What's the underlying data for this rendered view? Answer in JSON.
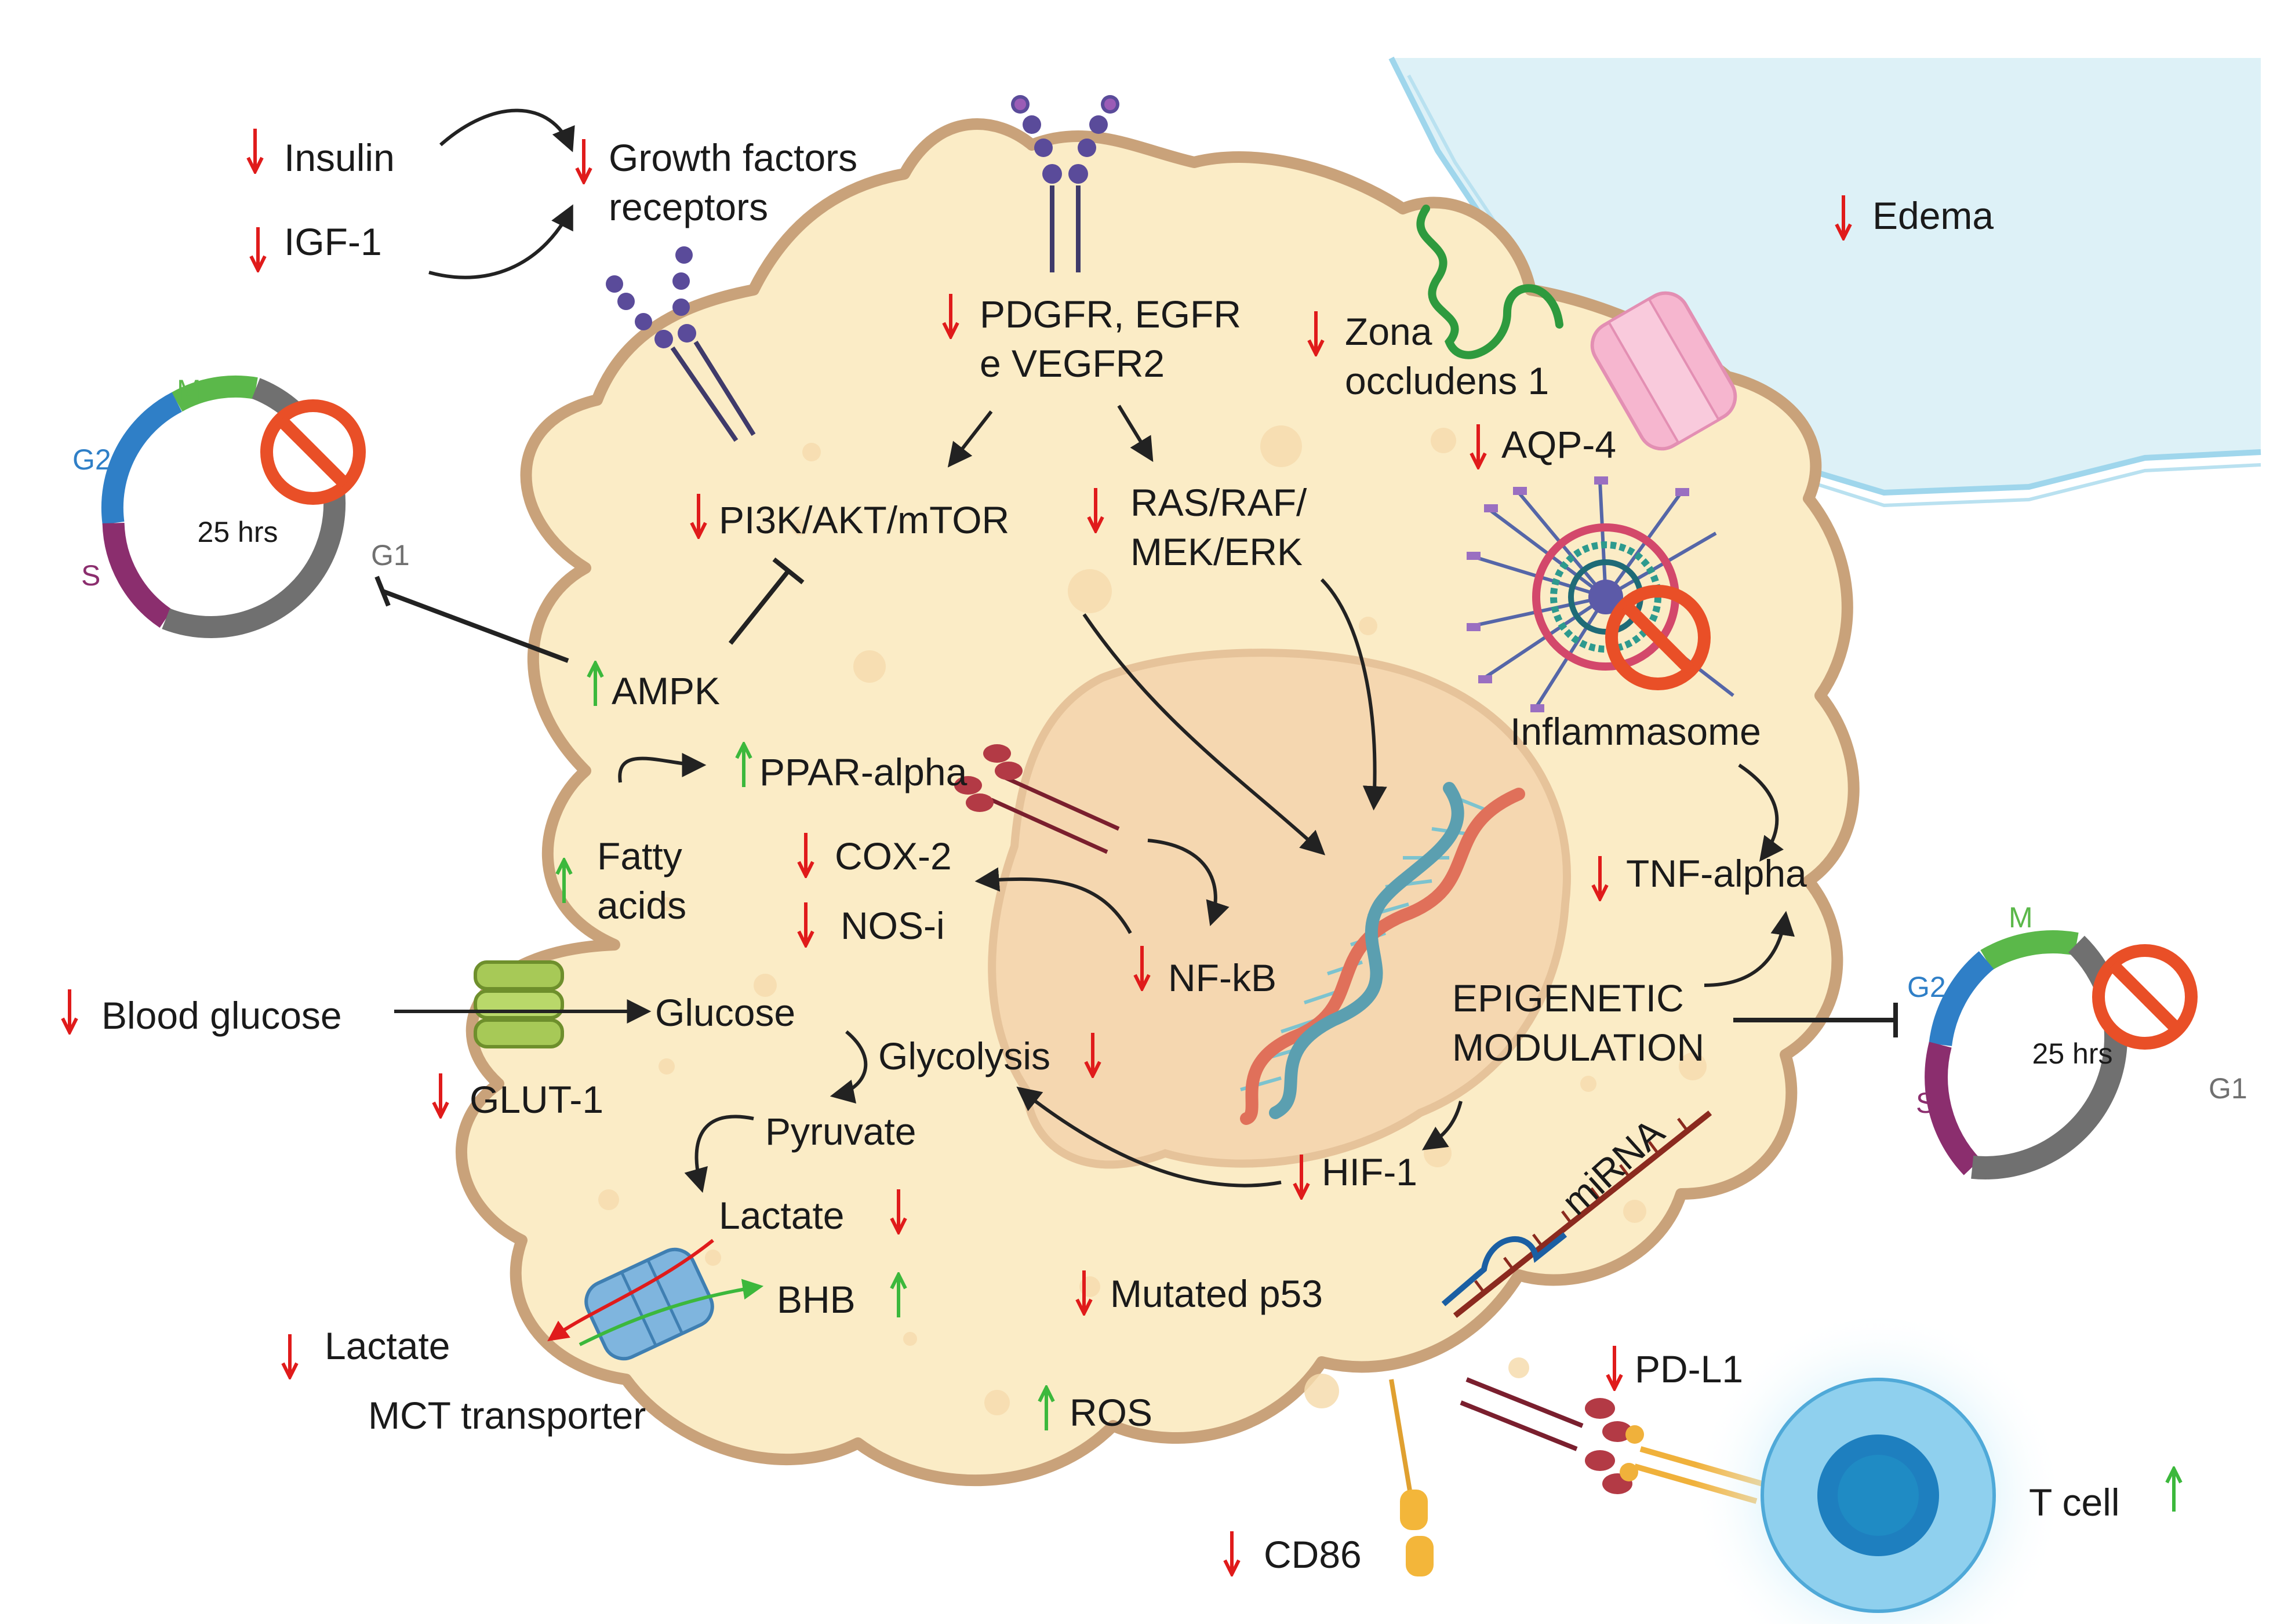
{
  "labels": {
    "insulin": "Insulin",
    "igf1": "IGF-1",
    "gf_line1": "Growth factors",
    "gf_line2": "receptors",
    "edema": "Edema",
    "pdgfr_line1": "PDGFR, EGFR",
    "pdgfr_line2": "e VEGFR2",
    "zona_line1": "Zona",
    "zona_line2": "occludens 1",
    "aqp4": "AQP-4",
    "pi3k": "PI3K/AKT/mTOR",
    "ras_line1": "RAS/RAF/",
    "ras_line2": "MEK/ERK",
    "ampk": "AMPK",
    "inflammasome": "Inflammasome",
    "ppar": "PPAR-alpha",
    "fatty_line1": "Fatty",
    "fatty_line2": "acids",
    "cox2": "COX-2",
    "nosi": "NOS-i",
    "tnf": "TNF-alpha",
    "nfkb": "NF-kB",
    "blood_glucose": "Blood glucose",
    "glucose": "Glucose",
    "glycolysis": "Glycolysis",
    "epi_line1": "EPIGENETIC",
    "epi_line2": "MODULATION",
    "glut1": "GLUT-1",
    "pyruvate": "Pyruvate",
    "hif1": "HIF-1",
    "mirna": "miRNA",
    "lactate_in": "Lactate",
    "bhb": "BHB",
    "mutated_p53": "Mutated p53",
    "lactate_out": "Lactate",
    "mct": "MCT transporter",
    "pdl1": "PD-L1",
    "ros": "ROS",
    "tcell": "T cell",
    "cd86": "CD86"
  },
  "cell_cycle_left": {
    "center": "25 hrs",
    "m": "M",
    "g2": "G2",
    "s": "S",
    "g1": "G1"
  },
  "cell_cycle_right": {
    "center": "25 hrs",
    "m": "M",
    "g2": "G2",
    "s": "S",
    "g1": "G1"
  },
  "colors": {
    "down_arrow": "#e01b1b",
    "up_arrow": "#3cb83c",
    "cell_fill": "#fbecc6",
    "cell_border": "#c9a27a",
    "nucleus_fill": "#f5d7b0",
    "vessel_fill": "#ddf1f7",
    "phase_m": "#5bb84a",
    "phase_g2": "#2f7fc7",
    "phase_s": "#8b2e6e",
    "phase_g1": "#707070",
    "inhibit_sign": "#e94f27"
  }
}
